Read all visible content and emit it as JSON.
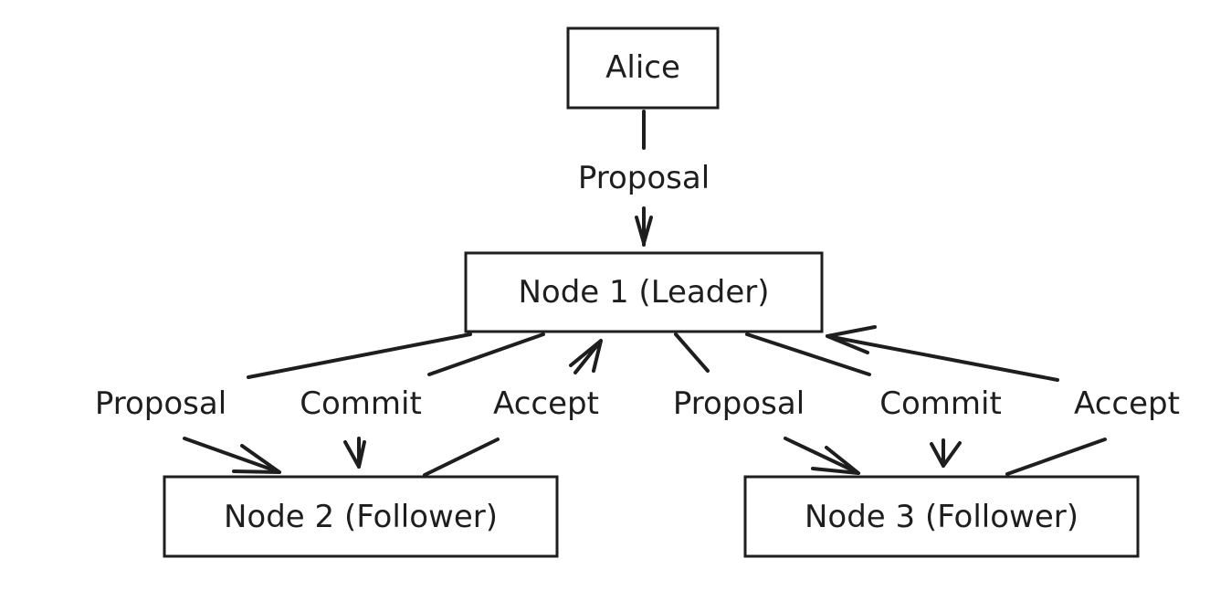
{
  "colors": {
    "stroke": "#1e1e1e",
    "background": "#ffffff"
  },
  "nodes": {
    "alice": "Alice",
    "leader": "Node 1 (Leader)",
    "follower2": "Node 2 (Follower)",
    "follower3": "Node 3 (Follower)"
  },
  "edges": {
    "alice_to_leader": "Proposal",
    "leader_to_n2_proposal": "Proposal",
    "leader_to_n2_commit": "Commit",
    "n2_to_leader_accept": "Accept",
    "leader_to_n3_proposal": "Proposal",
    "leader_to_n3_commit": "Commit",
    "n3_to_leader_accept": "Accept"
  }
}
